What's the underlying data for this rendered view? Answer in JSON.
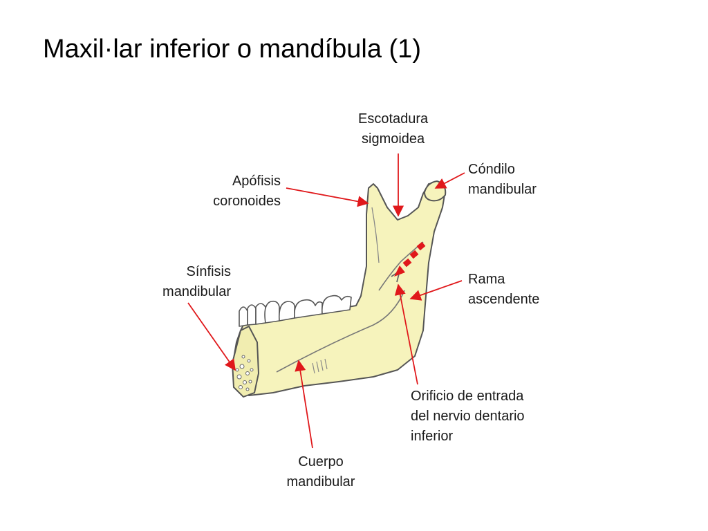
{
  "slide": {
    "title": "Maxil·lar inferior o mandíbula (1)"
  },
  "labels": {
    "escotadura": [
      "Escotadura",
      "sigmoidea"
    ],
    "condilo": [
      "Cóndilo",
      "mandibular"
    ],
    "apofisis": [
      "Apófisis",
      "coronoides"
    ],
    "sinfisis": [
      "Sínfisis",
      "mandibular"
    ],
    "rama": [
      "Rama",
      "ascendente"
    ],
    "orificio": [
      "Orificio de entrada",
      "del nervio dentario",
      "inferior"
    ],
    "cuerpo": [
      "Cuerpo",
      "mandibular"
    ]
  },
  "colors": {
    "bone": "#f6f3bc",
    "bone_outline": "#555555",
    "arrow": "#e0181b",
    "text": "#1a1a1a"
  }
}
